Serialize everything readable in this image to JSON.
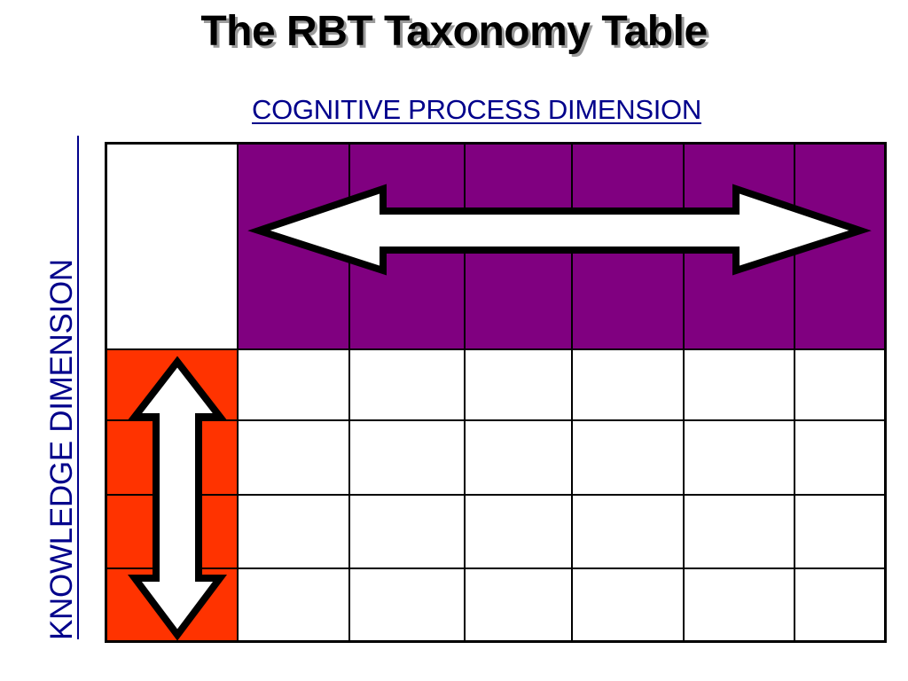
{
  "slide": {
    "title": "The RBT Taxonomy Table",
    "column_axis_label": "COGNITIVE PROCESS DIMENSION",
    "row_axis_label": "KNOWLEDGE DIMENSION"
  },
  "table": {
    "header_columns": 6,
    "body_rows": 4,
    "colors": {
      "header_fill": "#800080",
      "row_header_fill": "#ff3300",
      "body_fill": "#ffffff",
      "grid_line": "#000000"
    }
  },
  "arrows": [
    {
      "name": "cognitive-process-double-arrow",
      "direction": "horizontal",
      "fill": "#ffffff",
      "stroke": "#000000"
    },
    {
      "name": "knowledge-double-arrow",
      "direction": "vertical",
      "fill": "#ffffff",
      "stroke": "#000000"
    }
  ]
}
